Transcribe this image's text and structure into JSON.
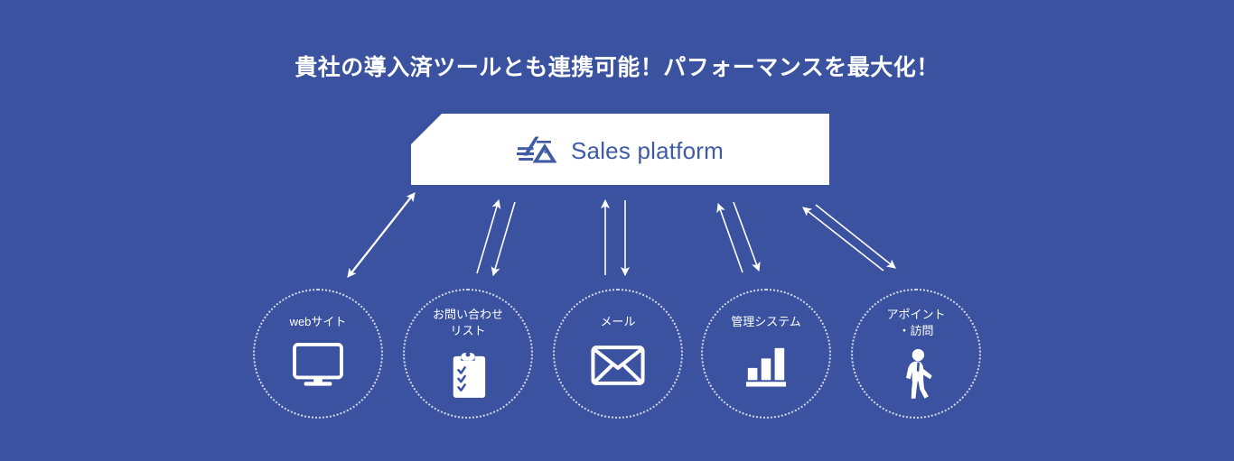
{
  "theme": {
    "background": "#3a529f",
    "panel_background": "#ffffff",
    "brand_text": "#3f5ba5",
    "foreground": "#ffffff"
  },
  "headline": {
    "text": "貴社の導入済ツールとも連携可能！パフォーマンスを最大化！"
  },
  "banner": {
    "title": "Sales platform",
    "logo_icon": "sales-platform-logo-icon"
  },
  "nodes": [
    {
      "id": "website",
      "label": "webサイト",
      "icon": "monitor-icon"
    },
    {
      "id": "inquiry-list",
      "label": "お問い合わせ\nリスト",
      "icon": "clipboard-checklist-icon"
    },
    {
      "id": "mail",
      "label": "メール",
      "icon": "envelope-icon"
    },
    {
      "id": "management-system",
      "label": "管理システム",
      "icon": "bar-chart-icon"
    },
    {
      "id": "appointment-visit",
      "label": "アポイント\n・訪問",
      "icon": "walking-person-icon"
    }
  ],
  "connectors": [
    {
      "id": "connector-website",
      "direction": "bidirectional",
      "from": "banner",
      "to": "website"
    },
    {
      "id": "connector-inquiry-list",
      "direction": "bidirectional",
      "from": "banner",
      "to": "inquiry-list"
    },
    {
      "id": "connector-mail",
      "direction": "bidirectional",
      "from": "banner",
      "to": "mail"
    },
    {
      "id": "connector-management-system",
      "direction": "bidirectional",
      "from": "banner",
      "to": "management-system"
    },
    {
      "id": "connector-appointment-visit",
      "direction": "bidirectional",
      "from": "banner",
      "to": "appointment-visit"
    }
  ]
}
